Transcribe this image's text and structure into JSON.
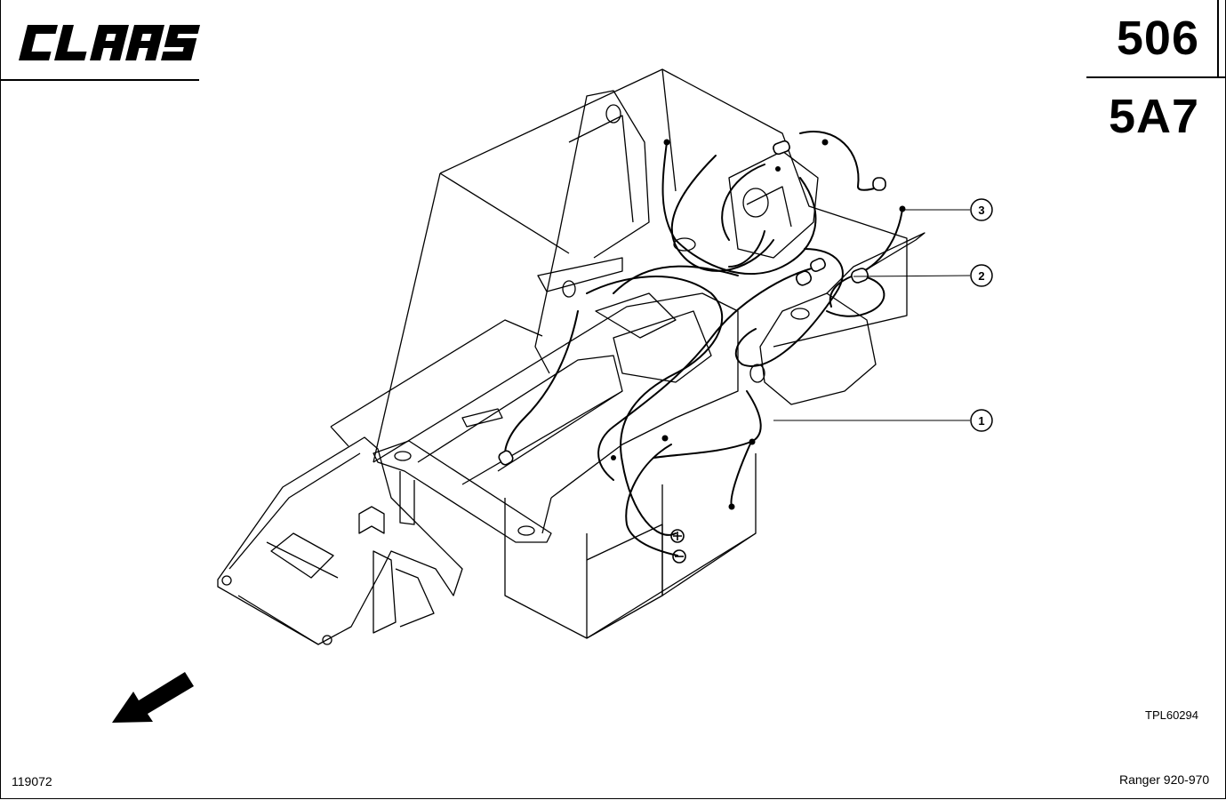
{
  "header": {
    "brand": "CLAAS",
    "page_number": "506",
    "section_code": "5A7"
  },
  "diagram": {
    "reference": "TPL60294",
    "callouts": [
      {
        "label": "1"
      },
      {
        "label": "2"
      },
      {
        "label": "3"
      }
    ],
    "direction_arrow": "arrow-down-left-icon"
  },
  "footer": {
    "doc_number": "119072",
    "model": "Ranger 920-970"
  }
}
